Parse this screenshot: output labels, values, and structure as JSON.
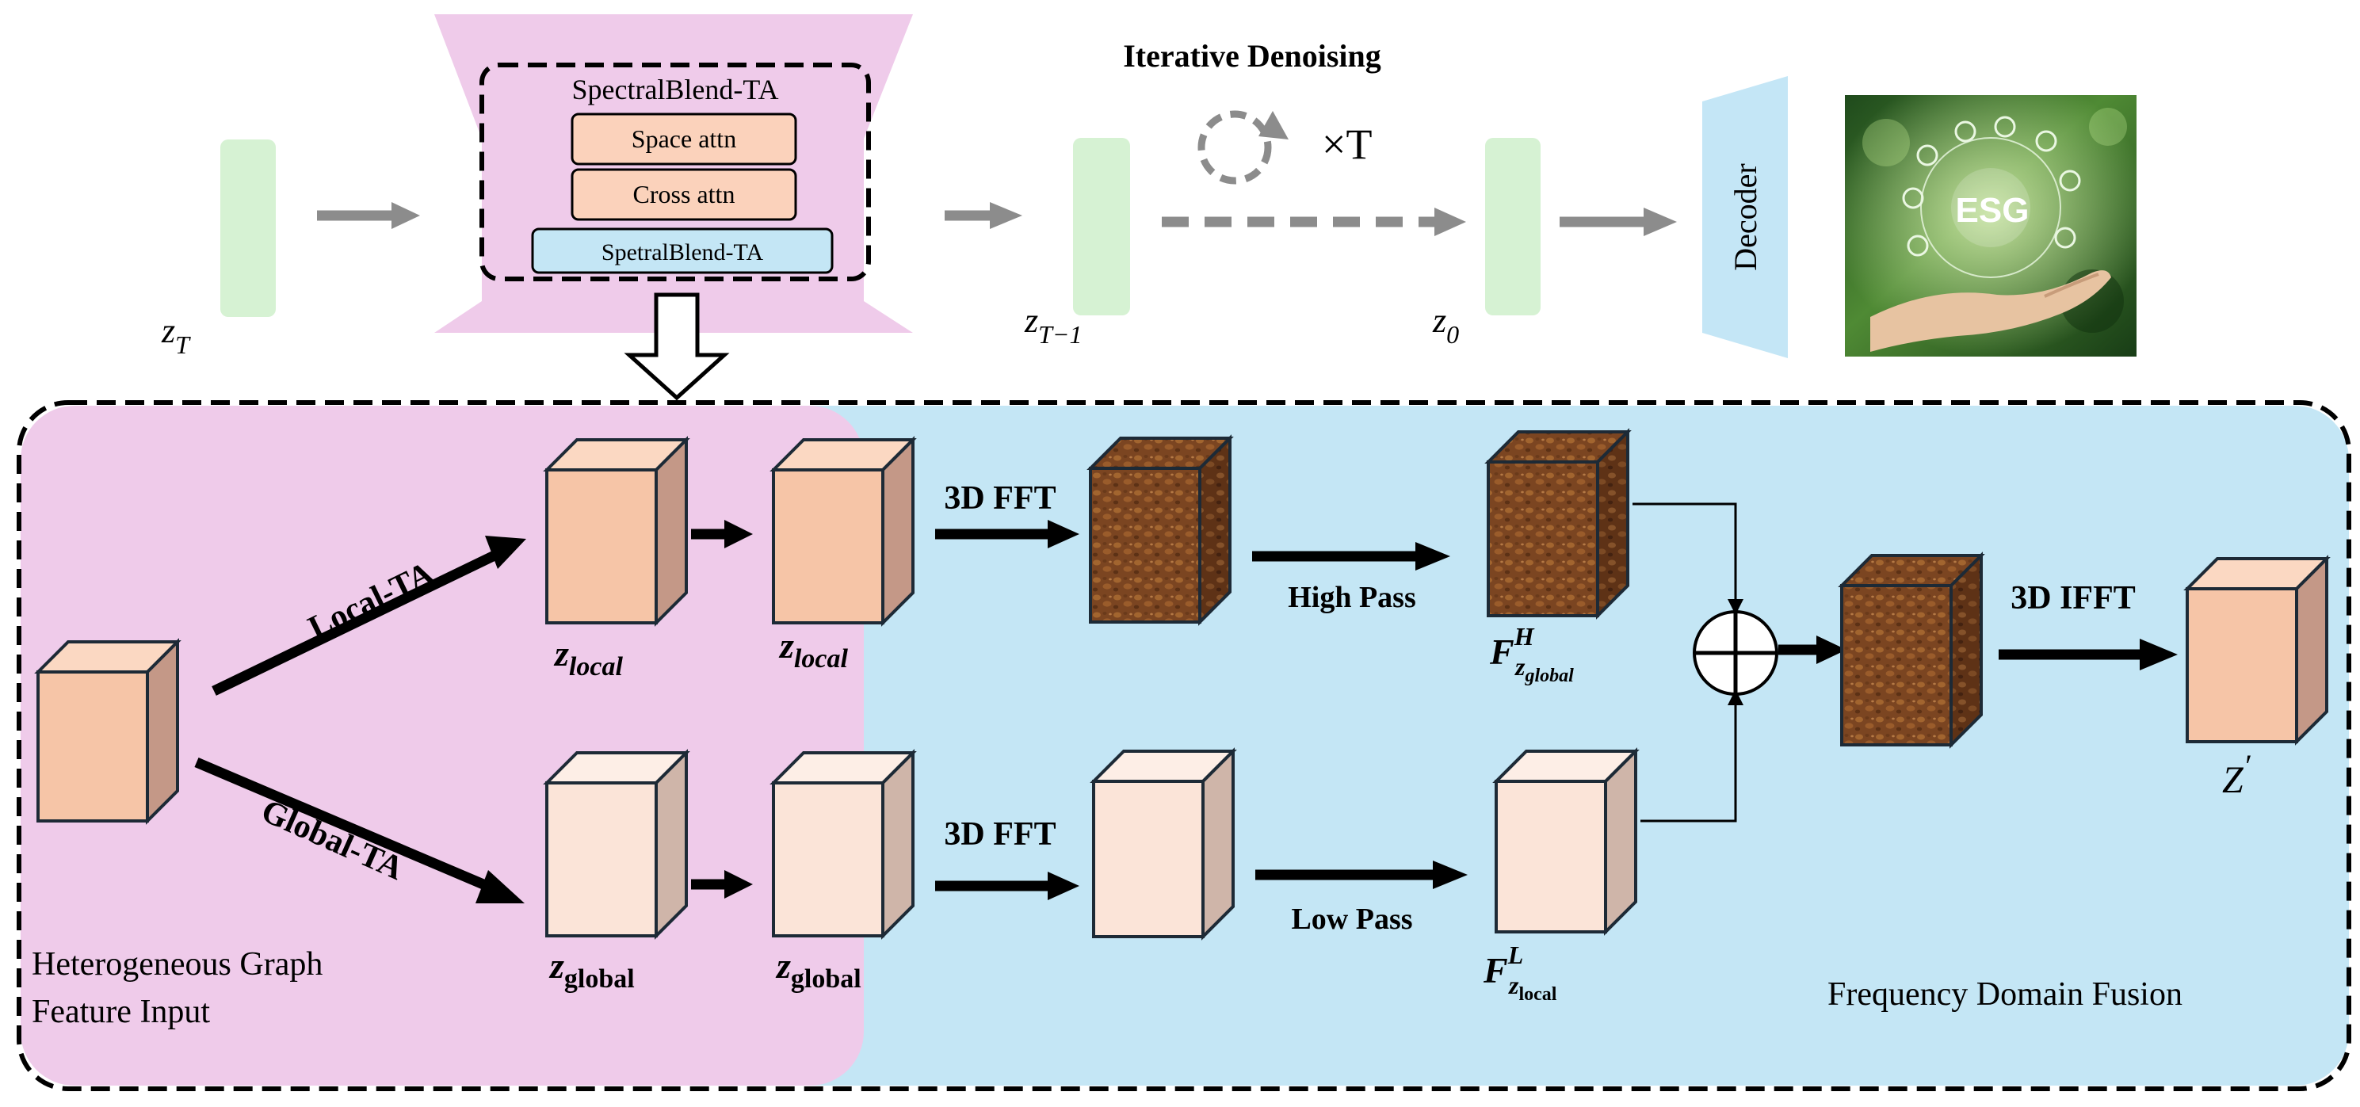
{
  "top": {
    "encoder_title": "SpectralBlend-TA",
    "space_attn": "Space attn",
    "cross_attn": "Cross attn",
    "spetral_block": "SpetralBlend-TA",
    "iterative_title": "Iterative Denoising",
    "times_t": "×T",
    "decoder": "Decoder",
    "esg_text": "ESG",
    "zT": {
      "base": "z",
      "sub": "T"
    },
    "zT1": {
      "base": "z",
      "sub": "T−1"
    },
    "z0": {
      "base": "z",
      "sub": "0"
    }
  },
  "bottom": {
    "input_label_line1": "Heterogeneous Graph",
    "input_label_line2": "Feature Input",
    "local_ta": "Local-TA",
    "global_ta": "Global-TA",
    "z_local_a": {
      "base": "z",
      "sub": "local"
    },
    "z_global_a": {
      "base": "z",
      "sub": "global"
    },
    "z_local_b": {
      "base": "z",
      "sub": "local"
    },
    "z_global_b": {
      "base": "z",
      "sub": "global"
    },
    "fft_top": "3D FFT",
    "fft_bottom": "3D FFT",
    "high_pass": "High Pass",
    "low_pass": "Low Pass",
    "fh": {
      "base": "F",
      "sup": "H",
      "sub": "z",
      "subsub": "global"
    },
    "fl": {
      "base": "F",
      "sup": "L",
      "sub": "z",
      "subsub": "local"
    },
    "ifft": "3D IFFT",
    "z_prime": {
      "base": "Z",
      "sup": "′"
    },
    "fusion_label": "Frequency Domain Fusion"
  },
  "colors": {
    "pink_panel": "#efcbea",
    "blue_panel": "#c4e6f5",
    "latent_green": "#d6f2d3",
    "decoder_blue": "#c4e6f6",
    "arrow_gray": "#8c8c8c",
    "cube_orange": "#f5c4a6",
    "cube_light": "#fbe4d8",
    "cube_brown": "#7a4420"
  }
}
